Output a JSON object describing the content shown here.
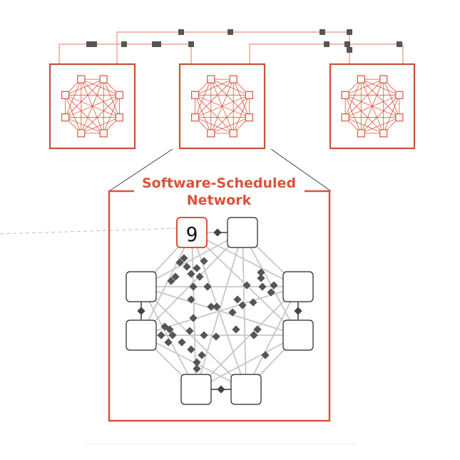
{
  "colors": {
    "accent": "#d9533c",
    "accent_light": "#e98f7e",
    "chip_border": "#c8503a",
    "link_gray": "#c7c7c7",
    "packet_gray": "#555555",
    "dark_gray": "#444444",
    "node_border": "#222222",
    "background": "#ffffff"
  },
  "zoom_box": {
    "title_line1": "Software-Scheduled",
    "title_line2": "Network"
  },
  "highlighted_node": {
    "label": "9"
  },
  "chips": [
    {
      "id": "chip-left"
    },
    {
      "id": "chip-center"
    },
    {
      "id": "chip-right"
    }
  ]
}
